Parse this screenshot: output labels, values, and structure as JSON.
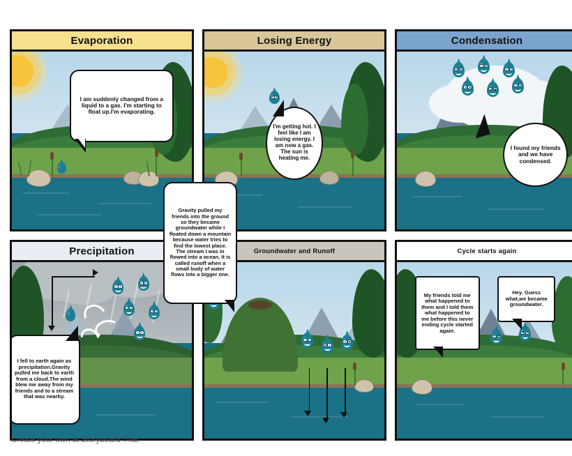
{
  "footer": {
    "text": "Create your own at Storyboard That"
  },
  "panels": [
    {
      "id": "evaporation",
      "title": "Evaporation",
      "title_bg": "#f7e08e",
      "bubbles": [
        {
          "id": "evap-bubble",
          "text": "I am suddenly changed from a liquid to a gas. I'm starting to float up.I'm evaporating."
        }
      ]
    },
    {
      "id": "losing-energy",
      "title": "Losing Energy",
      "title_bg": "#d9c79a",
      "bubbles": [
        {
          "id": "losing-energy-bubble",
          "text": "I'm getting hot. I feel like I am losing energy. I am now a gas. The sun is heating me."
        },
        {
          "id": "groundwater-runoff-bubble",
          "text": "Gravity pulled my friends into the ground so they became groundwater while I floated down a mountain because water tries to find the lowest place. The stream I was in flowed into a ocean. It is called runoff when a small body of water flows into a bigger one."
        }
      ]
    },
    {
      "id": "condensation",
      "title": "Condensation",
      "title_bg": "#7aa4cd",
      "bubbles": [
        {
          "id": "condensation-bubble",
          "text": "I found my friends and we have condensed."
        }
      ]
    },
    {
      "id": "precipitation",
      "title": "Precipitation",
      "title_bg": "#e9eef4",
      "bubbles": [
        {
          "id": "precipitation-bubble",
          "text": "I fell to earth again as precipitation.Gravity pulled me back to earth from a cloud.The wind blew me away from my friends and to a stream that was nearby."
        }
      ]
    },
    {
      "id": "groundwater-and-runoff",
      "title": "Groundwater and Runoff",
      "title_bg": "#c9c4bc",
      "bubbles": []
    },
    {
      "id": "cycle-starts-again",
      "title": "Cycle starts again",
      "title_bg": "#ffffff",
      "bubbles": [
        {
          "id": "cycle-bubble-left",
          "text": "My friends told me what happened to them and I told them what happened to me before this never ending cycle started again."
        },
        {
          "id": "cycle-bubble-right",
          "text": "Hey. Guess what,we became groundwater."
        }
      ]
    }
  ],
  "colors": {
    "sky": "#c2dcec",
    "storm_sky": "#a6aeb3",
    "water": "#1b7186",
    "grass": "#6fa34b",
    "forest": "#2f6b34",
    "sun": "#f7c43b",
    "drop": "#1d7f93",
    "border": "#111111"
  }
}
